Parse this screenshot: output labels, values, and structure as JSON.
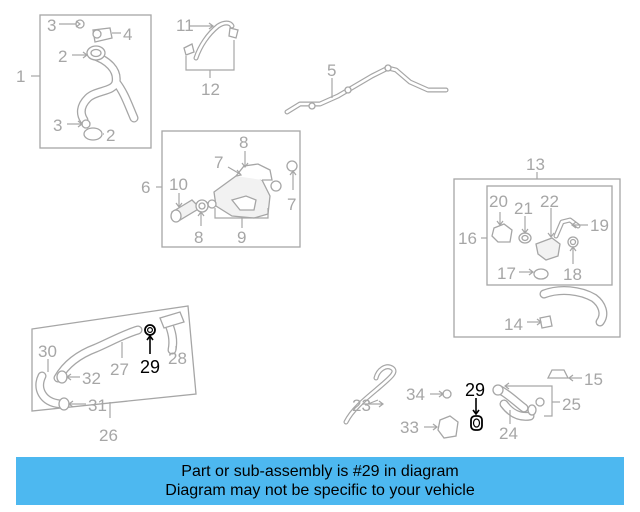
{
  "labels": {
    "l1": "1",
    "l2a": "2",
    "l2b": "2",
    "l3a": "3",
    "l3b": "3",
    "l4": "4",
    "l5": "5",
    "l6": "6",
    "l7a": "7",
    "l7b": "7",
    "l8a": "8",
    "l8b": "8",
    "l9": "9",
    "l10": "10",
    "l11": "11",
    "l12": "12",
    "l13": "13",
    "l14": "14",
    "l15": "15",
    "l16": "16",
    "l17": "17",
    "l18": "18",
    "l19": "19",
    "l20": "20",
    "l21": "21",
    "l22": "22",
    "l23": "23",
    "l24": "24",
    "l25": "25",
    "l26": "26",
    "l27": "27",
    "l28": "28",
    "l29a": "29",
    "l29b": "29",
    "l30": "30",
    "l31": "31",
    "l32": "32",
    "l33": "33",
    "l34": "34"
  },
  "highlight_color": "#000000",
  "label_color": "#a6a6a6",
  "banner": {
    "color": "#4db8f0",
    "line1": "Part or sub-assembly is #29 in diagram",
    "line2": "Diagram may not be specific to your vehicle"
  }
}
